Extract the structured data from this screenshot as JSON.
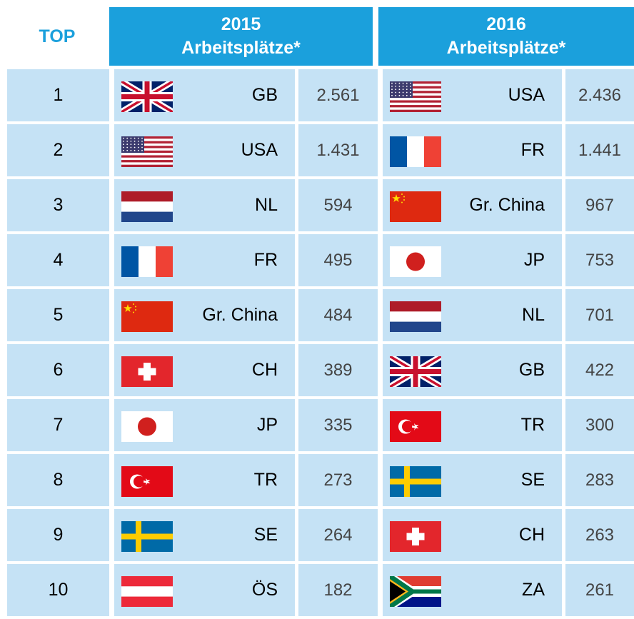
{
  "header": {
    "top_label": "TOP",
    "col2015_year": "2015",
    "col2015_sub": "Arbeitsplätze*",
    "col2016_year": "2016",
    "col2016_sub": "Arbeitsplätze*"
  },
  "rows": [
    {
      "rank": "1",
      "c2015": "GB",
      "f2015": "gb-flag-icon",
      "v2015": "2.561",
      "c2016": "USA",
      "f2016": "us-flag-icon",
      "v2016": "2.436"
    },
    {
      "rank": "2",
      "c2015": "USA",
      "f2015": "us-flag-icon",
      "v2015": "1.431",
      "c2016": "FR",
      "f2016": "fr-flag-icon",
      "v2016": "1.441"
    },
    {
      "rank": "3",
      "c2015": "NL",
      "f2015": "nl-flag-icon",
      "v2015": "594",
      "c2016": "Gr. China",
      "f2016": "cn-flag-icon",
      "v2016": "967"
    },
    {
      "rank": "4",
      "c2015": "FR",
      "f2015": "fr-flag-icon",
      "v2015": "495",
      "c2016": "JP",
      "f2016": "jp-flag-icon",
      "v2016": "753"
    },
    {
      "rank": "5",
      "c2015": "Gr. China",
      "f2015": "cn-flag-icon",
      "v2015": "484",
      "c2016": "NL",
      "f2016": "nl-flag-icon",
      "v2016": "701"
    },
    {
      "rank": "6",
      "c2015": "CH",
      "f2015": "ch-flag-icon",
      "v2015": "389",
      "c2016": "GB",
      "f2016": "gb-flag-icon",
      "v2016": "422"
    },
    {
      "rank": "7",
      "c2015": "JP",
      "f2015": "jp-flag-icon",
      "v2015": "335",
      "c2016": "TR",
      "f2016": "tr-flag-icon",
      "v2016": "300"
    },
    {
      "rank": "8",
      "c2015": "TR",
      "f2015": "tr-flag-icon",
      "v2015": "273",
      "c2016": "SE",
      "f2016": "se-flag-icon",
      "v2016": "283"
    },
    {
      "rank": "9",
      "c2015": "SE",
      "f2015": "se-flag-icon",
      "v2015": "264",
      "c2016": "CH",
      "f2016": "ch-flag-icon",
      "v2016": "263"
    },
    {
      "rank": "10",
      "c2015": "ÖS",
      "f2015": "at-flag-icon",
      "v2015": "182",
      "c2016": "ZA",
      "f2016": "za-flag-icon",
      "v2016": "261"
    }
  ],
  "colors": {
    "header_bg": "#1ba0dc",
    "cell_bg": "#c5e2f5",
    "top_label": "#1ba0dc"
  }
}
